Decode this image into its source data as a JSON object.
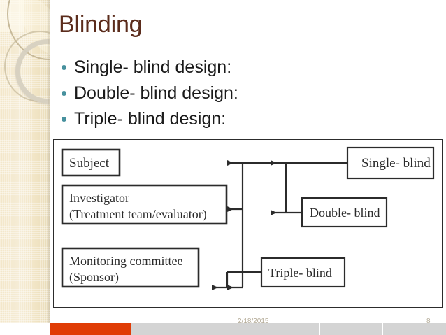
{
  "slide": {
    "title": "Blinding",
    "title_color": "#5b2c1c",
    "background_color": "#ffffff"
  },
  "sidebar": {
    "decoration": "rings-and-leaf-graphic",
    "base_color": "#f1e4c4"
  },
  "bullets": {
    "marker_color": "#47919e",
    "items": [
      {
        "label": "Single- blind design:"
      },
      {
        "label": "Double- blind design:"
      },
      {
        "label": "Triple- blind design:"
      }
    ]
  },
  "diagram": {
    "left_boxes": [
      {
        "id": "subject",
        "lines": [
          "Subject"
        ]
      },
      {
        "id": "investigator",
        "lines": [
          "Investigator",
          "(Treatment team/evaluator)"
        ]
      },
      {
        "id": "monitoring",
        "lines": [
          "Monitoring committee",
          "(Sponsor)"
        ]
      }
    ],
    "right_boxes": [
      {
        "id": "single-blind",
        "label": "Single- blind"
      },
      {
        "id": "double-blind",
        "label": "Double- blind"
      },
      {
        "id": "triple-blind",
        "label": "Triple- blind"
      }
    ],
    "line_color": "#2b2b2b"
  },
  "footer": {
    "date": "2/18/2015",
    "page_number": "8",
    "progress_segments": [
      {
        "state": "active",
        "color": "#e03c06",
        "width": 116
      },
      {
        "state": "idle",
        "color": "#d4d4d4",
        "width": 90
      },
      {
        "state": "idle",
        "color": "#d4d4d4",
        "width": 90
      },
      {
        "state": "idle",
        "color": "#d4d4d4",
        "width": 90
      },
      {
        "state": "idle",
        "color": "#d4d4d4",
        "width": 90
      },
      {
        "state": "idle",
        "color": "#d4d4d4",
        "width": 90
      }
    ]
  }
}
